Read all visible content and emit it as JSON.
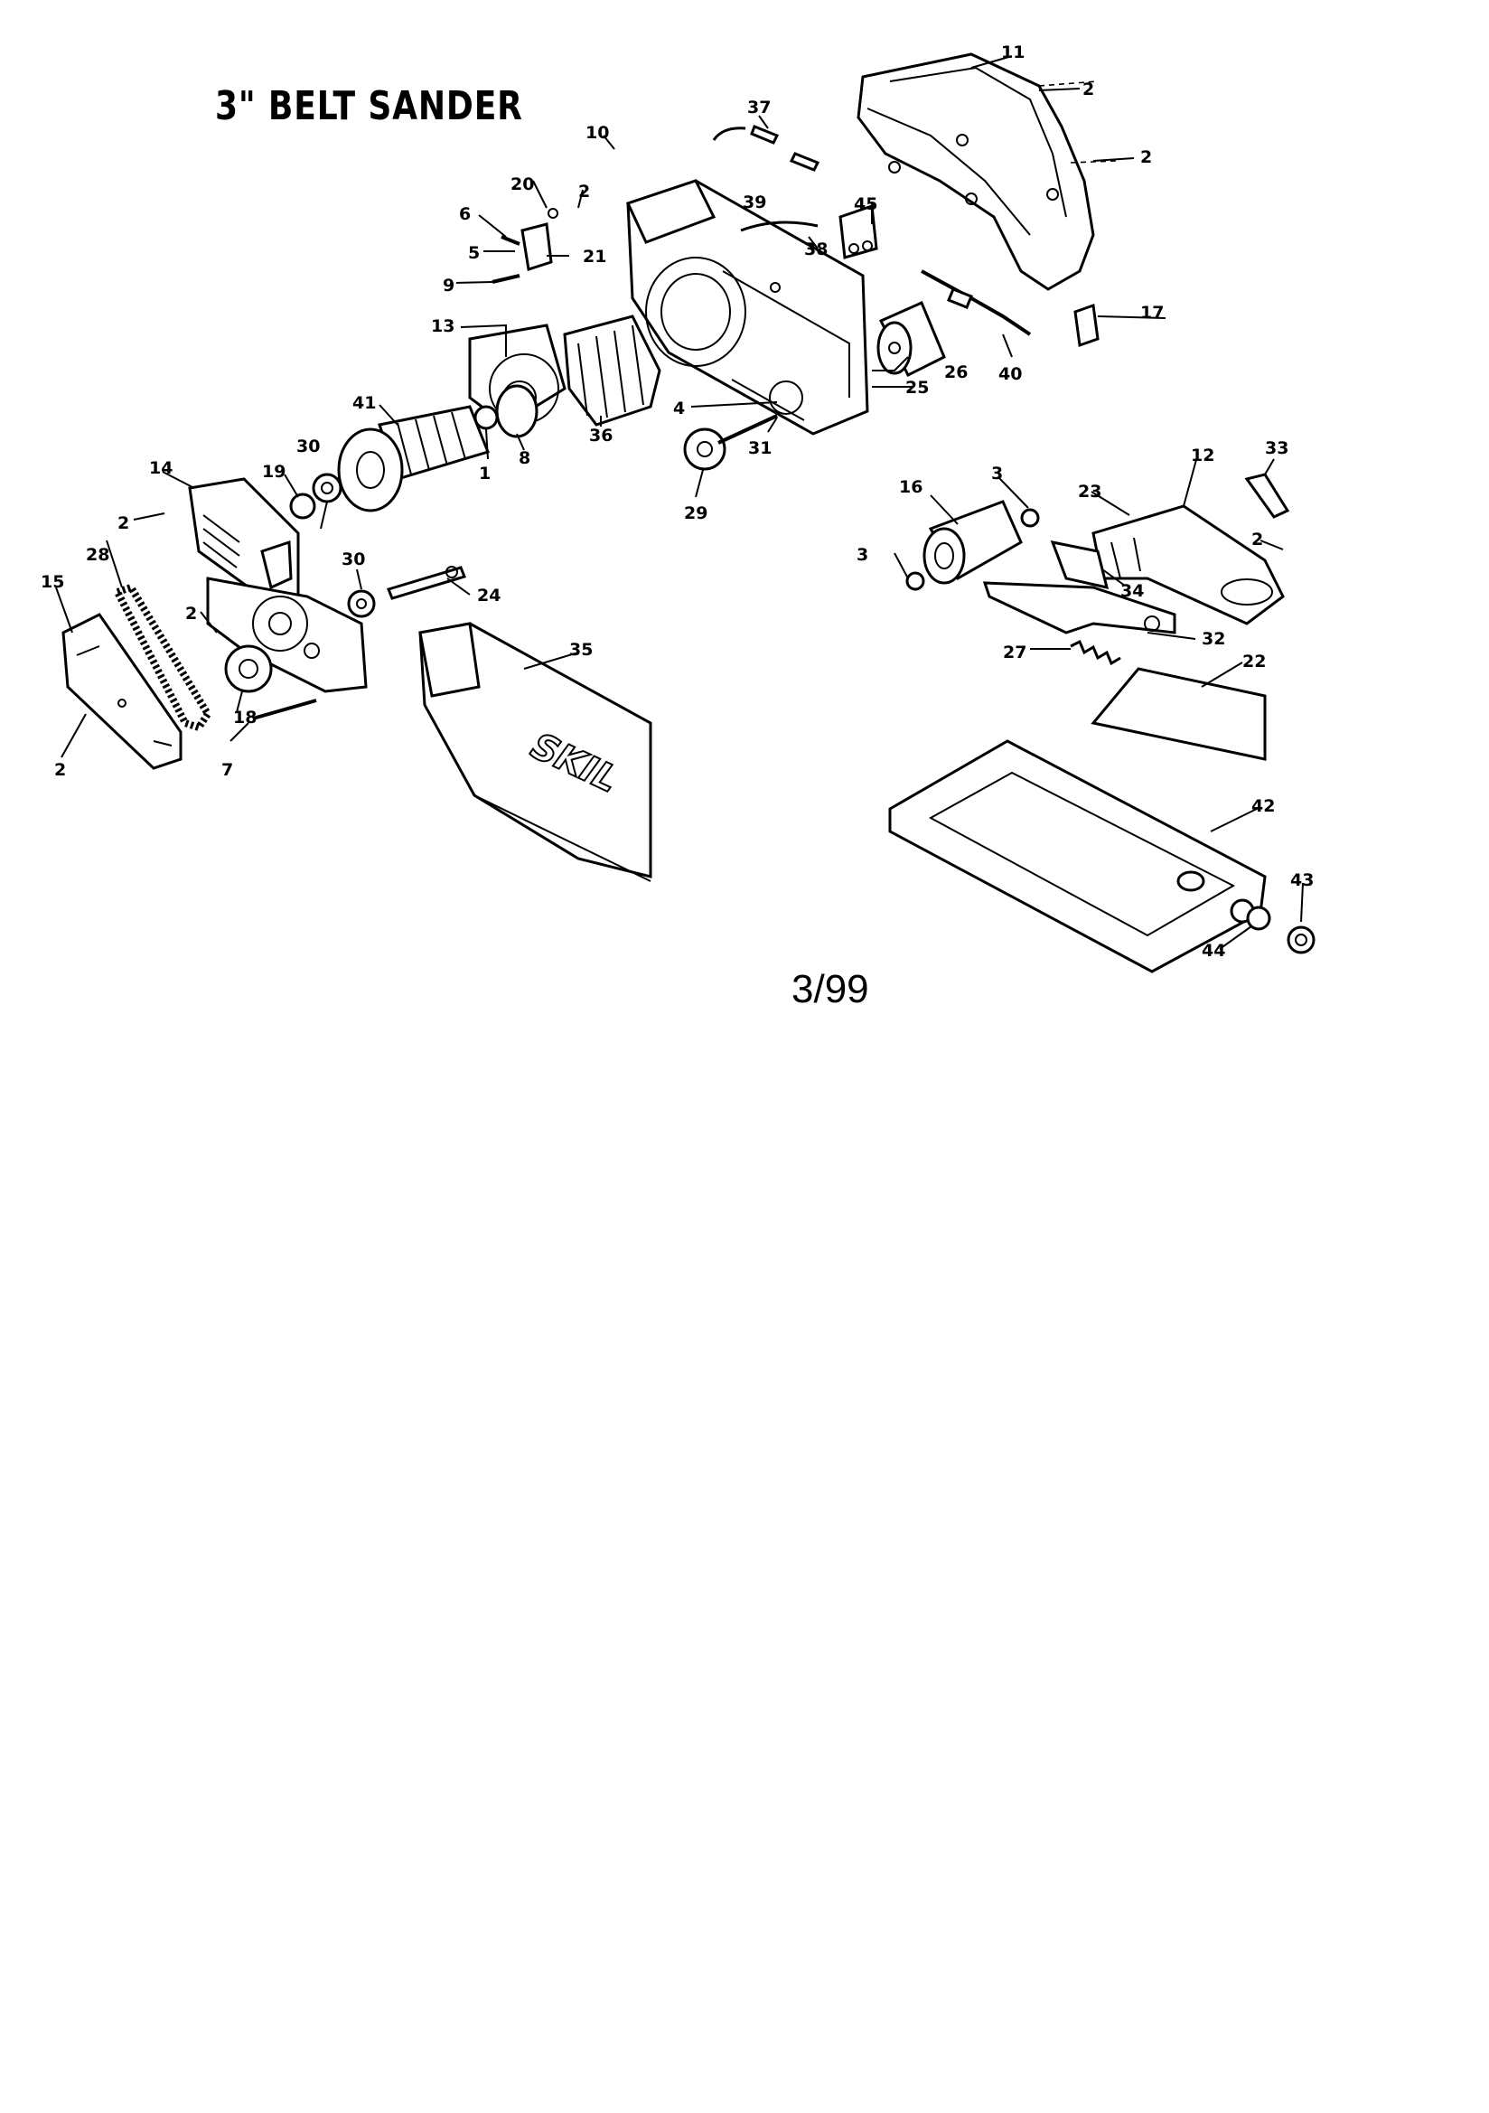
{
  "title": "3\" BELT SANDER",
  "date_code": "3/99",
  "brand_mark": "SKIL",
  "callouts": {
    "c1": "1",
    "c2a": "2",
    "c2b": "2",
    "c2c": "2",
    "c2d": "2",
    "c2e": "2",
    "c2f": "2",
    "c2g": "2",
    "c3a": "3",
    "c3b": "3",
    "c4": "4",
    "c5": "5",
    "c6": "6",
    "c7": "7",
    "c8": "8",
    "c9": "9",
    "c10": "10",
    "c11": "11",
    "c12": "12",
    "c13": "13",
    "c14": "14",
    "c15": "15",
    "c16": "16",
    "c17": "17",
    "c18": "18",
    "c19": "19",
    "c20": "20",
    "c21": "21",
    "c22": "22",
    "c23": "23",
    "c24": "24",
    "c25": "25",
    "c26": "26",
    "c27": "27",
    "c28": "28",
    "c29": "29",
    "c30a": "30",
    "c30b": "30",
    "c31": "31",
    "c32": "32",
    "c33": "33",
    "c34": "34",
    "c35": "35",
    "c36": "36",
    "c37": "37",
    "c38": "38",
    "c39": "39",
    "c40": "40",
    "c41": "41",
    "c42": "42",
    "c43": "43",
    "c44": "44",
    "c45": "45"
  }
}
